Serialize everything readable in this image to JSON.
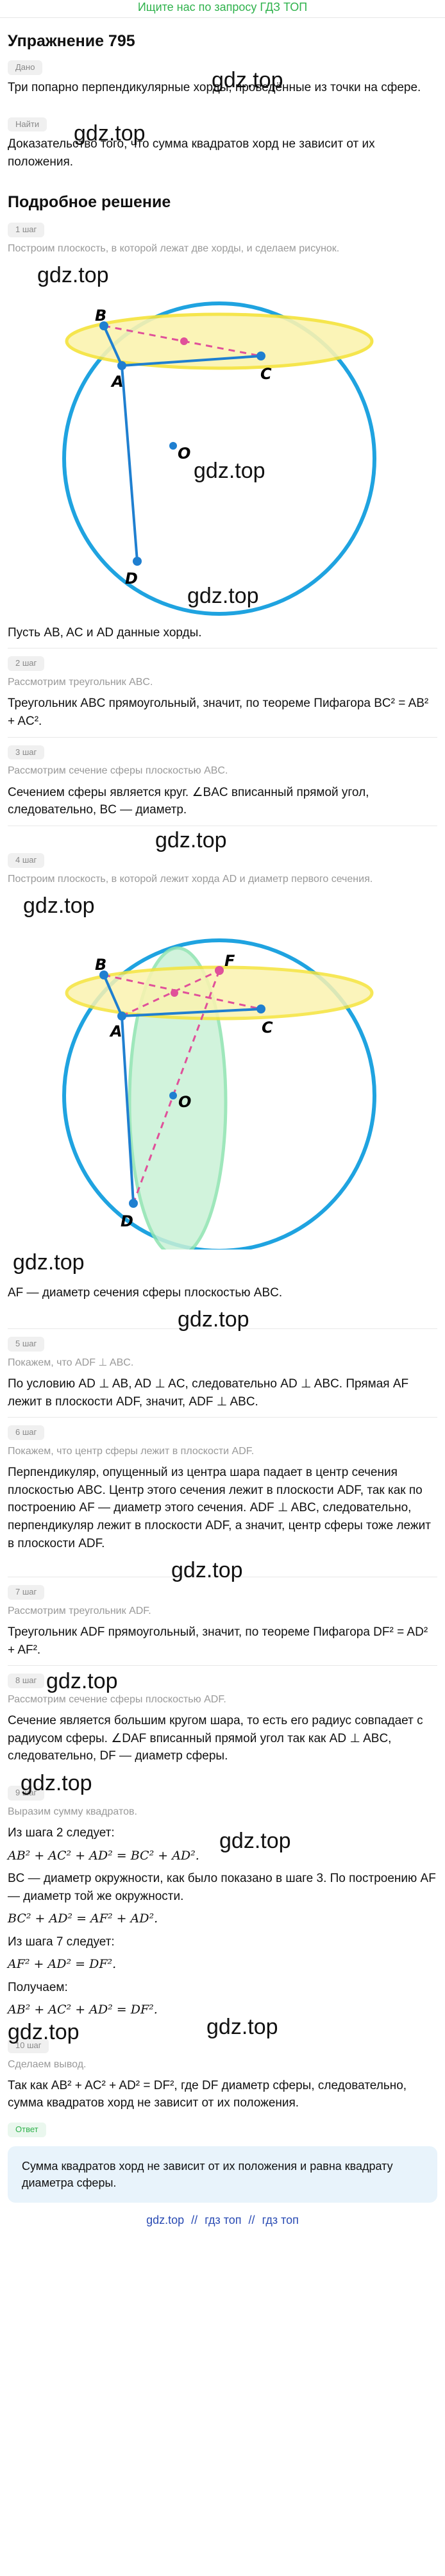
{
  "top_banner": "Ищите нас по запросу ГДЗ ТОП",
  "exercise_title": "Упражнение 795",
  "watermark": "gdz.top",
  "given_tag": "Дано",
  "given_text": "Три попарно перпендикулярные хорды, проведённые из точки на сфере.",
  "find_tag": "Найти",
  "find_text": "Доказательство того, что сумма квадратов хорд не зависит от их положения.",
  "solution_heading": "Подробное решение",
  "steps": {
    "s1": {
      "tag": "1 шаг",
      "gray": "Построим плоскость, в которой лежат две хорды, и сделаем рисунок."
    },
    "s1_text": "Пусть AB, AC и AD данные хорды.",
    "s2": {
      "tag": "2 шаг",
      "gray": "Рассмотрим треугольник ABC."
    },
    "s2_text": "Треугольник ABC прямоугольный, значит, по теореме Пифагора BC² = AB² + AC².",
    "s3": {
      "tag": "3 шаг",
      "gray": "Рассмотрим сечение сферы плоскостью ABC."
    },
    "s3_text": "Сечением сферы является круг. ∠BAC вписанный прямой угол, следовательно, BC — диаметр.",
    "s4": {
      "tag": "4 шаг",
      "gray": "Построим плоскость, в которой лежит хорда AD и диаметр первого сечения."
    },
    "s4_text": "AF — диаметр сечения сферы плоскостью ABC.",
    "s5": {
      "tag": "5 шаг",
      "gray": "Покажем, что ADF ⊥ ABC."
    },
    "s5_text": "По условию AD ⊥ AB, AD ⊥ AC, следовательно AD ⊥ ABC. Прямая AF лежит в плоскости ADF, значит, ADF ⊥ ABC.",
    "s6": {
      "tag": "6 шаг",
      "gray": "Покажем, что центр сферы лежит в плоскости ADF."
    },
    "s6_text": "Перпендикуляр, опущенный из центра шара падает в центр сечения плоскостью ABC. Центр этого сечения лежит в плоскости ADF, так как по построению AF — диаметр этого сечения. ADF ⊥ ABC, следовательно, перпендикуляр лежит в плоскости ADF, а значит, центр сферы тоже лежит в плоскости ADF.",
    "s7": {
      "tag": "7 шаг",
      "gray": "Рассмотрим треугольник ADF."
    },
    "s7_text": "Треугольник ADF прямоугольный, значит, по теореме Пифагора DF² = AD² + AF².",
    "s8": {
      "tag": "8 шаг",
      "gray": "Рассмотрим сечение сферы плоскостью ADF."
    },
    "s8_text": "Сечение является большим кругом шара, то есть его радиус совпадает с радиусом сферы. ∠DAF вписанный прямой угол так как AD ⊥ ABC, следовательно, DF — диаметр сферы.",
    "s9": {
      "tag": "9 шаг",
      "gray": "Выразим сумму квадратов."
    },
    "s9_l1": "Из шага 2 следует:",
    "s9_l2": "AB² + AC² + AD² = BC² + AD².",
    "s9_l3": "BC — диаметр окружности, как было показано в шаге 3. По построению AF — диаметр той же окружности.",
    "s9_l4": "BC² + AD² = AF² + AD².",
    "s9_l5": "Из шага 7 следует:",
    "s9_l6": "AF² + AD² = DF².",
    "s9_l7": "Получаем:",
    "s9_l8": "AB² + AC² + AD² = DF².",
    "s10": {
      "tag": "10 шаг",
      "gray": "Сделаем вывод."
    },
    "s10_text": "Так как AB² + AC² + AD² = DF², где DF диаметр сферы, следовательно, сумма квадратов хорд не зависит от их положения."
  },
  "answer_tag": "Ответ",
  "answer_text": "Сумма квадратов хорд не зависит от их положения и равна квадрату диаметра сферы.",
  "footer": [
    "gdz.top",
    "//",
    "гдз топ",
    "//",
    "гдз топ"
  ],
  "figure1": {
    "B": "B",
    "A": "A",
    "C": "C",
    "O": "O",
    "D": "D"
  },
  "figure2": {
    "B": "B",
    "A": "A",
    "C": "C",
    "F": "F",
    "O": "O",
    "D": "D"
  },
  "colors": {
    "sphere": "#1fa3e0",
    "section": "#f5e33a",
    "section_fill": "#fbf3b0",
    "green_section": "#8ee3b0",
    "dashed": "#e0509a",
    "segment": "#1f7fd0"
  }
}
